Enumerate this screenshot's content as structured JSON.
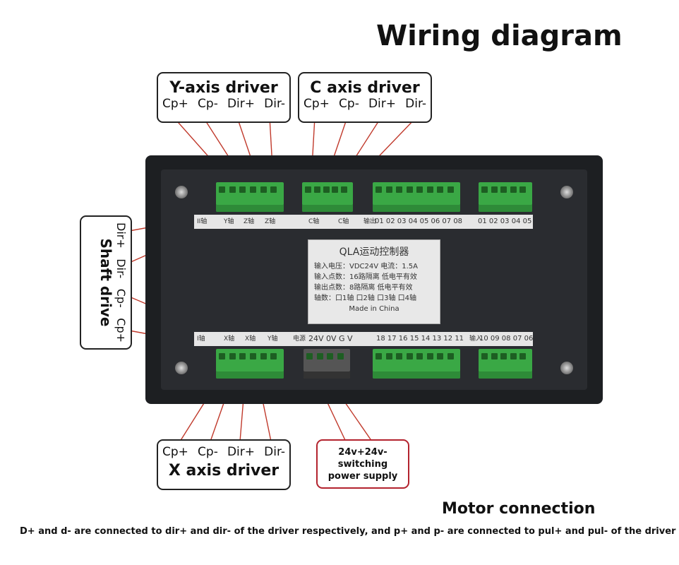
{
  "title": "Wiring diagram",
  "callouts": {
    "y_axis": {
      "title": "Y-axis driver",
      "pins": [
        "Cp+",
        "Cp-",
        "Dir+",
        "Dir-"
      ]
    },
    "c_axis": {
      "title": "C axis driver",
      "pins": [
        "Cp+",
        "Cp-",
        "Dir+",
        "Dir-"
      ]
    },
    "x_axis": {
      "title": "X axis driver",
      "pins": [
        "Cp+",
        "Cp-",
        "Dir+",
        "Dir-"
      ]
    },
    "shaft": {
      "title": "Shaft drive",
      "pins": [
        "Dir+",
        "Dir-",
        "Cp-",
        "Cp+"
      ]
    },
    "power": {
      "lines": [
        "24v+24v-",
        "switching",
        "power supply"
      ]
    }
  },
  "device": {
    "top_strip": {
      "axis_labels": [
        "II轴",
        "Y轴",
        "Z轴",
        "Z轴",
        "C轴",
        "C轴"
      ],
      "output_label": "输出",
      "output_numbers_a": "01 02 03 04 05 06 07 08",
      "output_numbers_b": "01 02 03 04 05"
    },
    "bottom_strip": {
      "axis_labels": [
        "I轴",
        "X轴",
        "X轴",
        "Y轴"
      ],
      "power_label": "电源",
      "power_pins": "24V 0V G V",
      "input_label": "输入",
      "input_numbers_a": "18 17 16 15 14 13 12 11",
      "input_numbers_b": "10 09 08 07 06"
    },
    "plate": {
      "title": "QLA运动控制器",
      "rows": [
        "输入电压：VDC24V   电流：1.5A",
        "输入点数：16路隔离  低电平有效",
        "输出点数：8路隔离  低电平有效",
        "轴数：口1轴  口2轴  口3轴  口4轴"
      ],
      "made_in": "Made in China"
    }
  },
  "motor_connection": "Motor connection",
  "note": "D+ and d- are connected to dir+ and dir- of the driver respectively, and p+ and p- are connected to pul+ and pul- of the driver",
  "colors": {
    "wire": "#c0392b",
    "terminal": "#3aa845",
    "device": "#1d1f22"
  }
}
